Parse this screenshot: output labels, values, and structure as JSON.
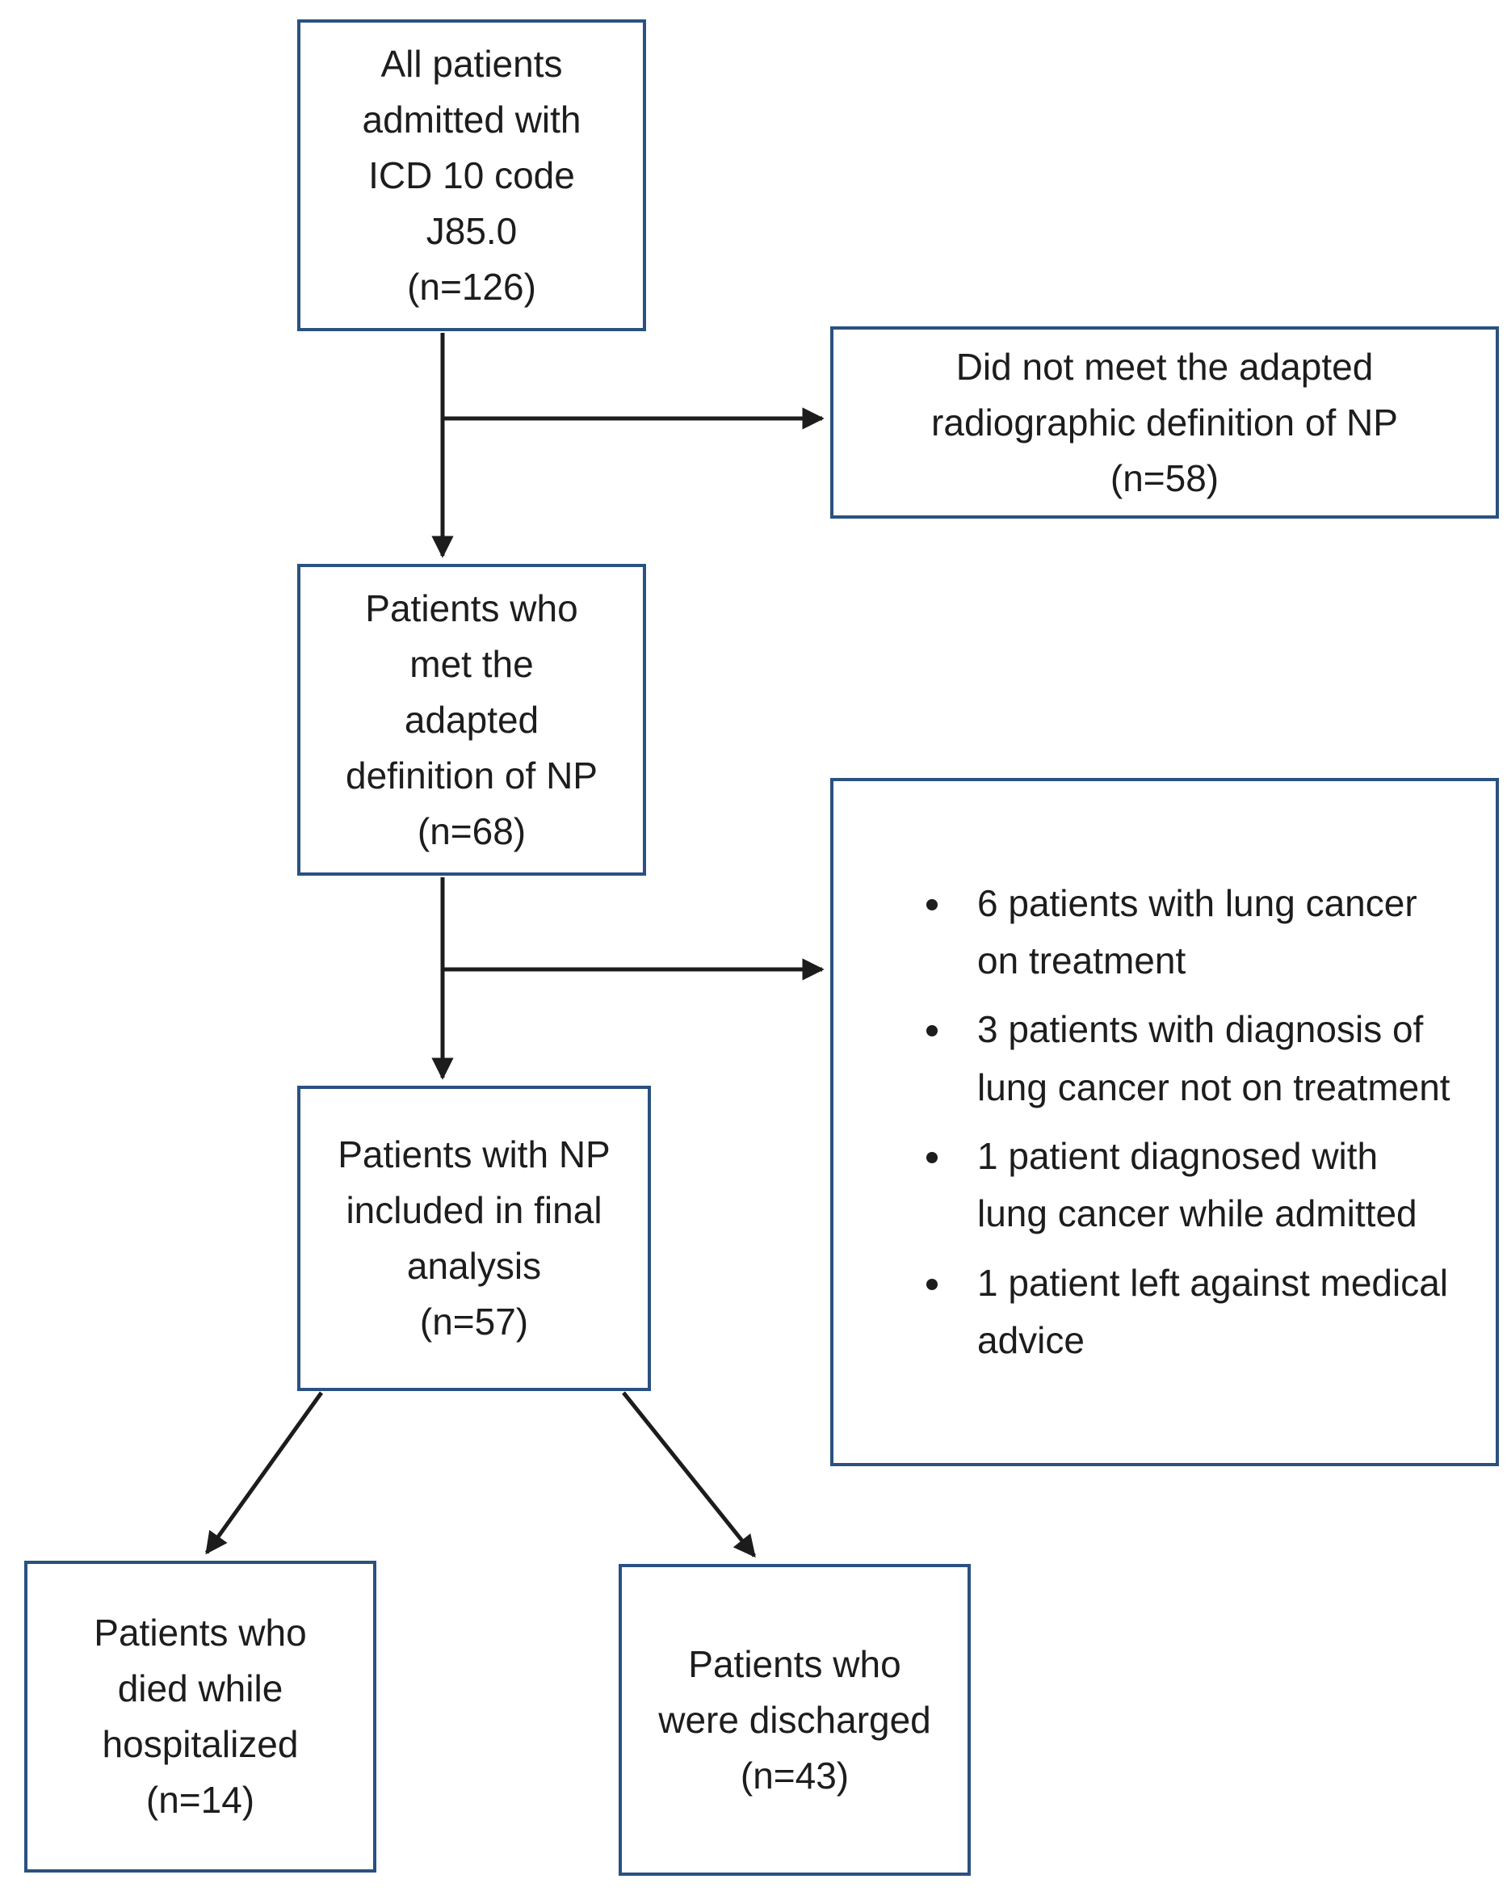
{
  "flowchart": {
    "boxes": {
      "all_patients": "All patients\nadmitted with\nICD 10 code\nJ85.0\n(n=126)",
      "not_meet": "Did not meet the adapted\nradiographic definition of NP\n(n=58)",
      "met_definition": "Patients who\nmet the\nadapted\ndefinition of NP\n(n=68)",
      "final_analysis": "Patients with NP\nincluded in final\nanalysis\n(n=57)",
      "died": "Patients who\ndied while\nhospitalized\n(n=14)",
      "discharged": "Patients who\nwere discharged\n(n=43)"
    },
    "exclusion_bullets": [
      "6 patients with lung cancer on treatment",
      "3 patients with diagnosis of lung cancer not on treatment",
      "1 patient diagnosed with lung cancer while admitted",
      "1 patient left against medical advice"
    ],
    "colors": {
      "box_border": "#2a5180",
      "arrow": "#1c1c1c",
      "text": "#1d1d1d",
      "background": "#ffffff"
    }
  }
}
